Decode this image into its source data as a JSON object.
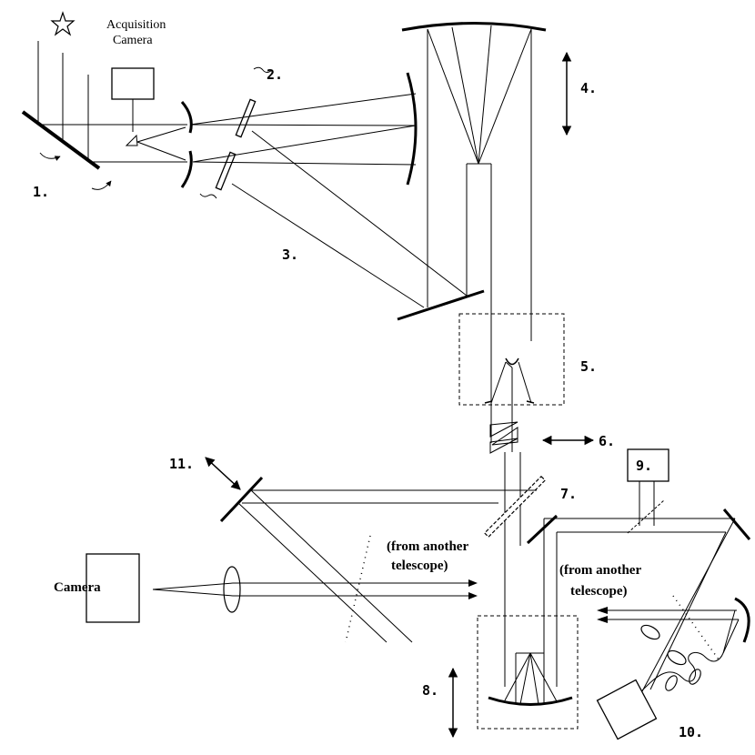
{
  "labels": {
    "acquisition_line1": "Acquisition",
    "acquisition_line2": "Camera",
    "camera": "Camera",
    "from_another_1_line1": "(from another",
    "from_another_1_line2": "telescope)",
    "from_another_2_line1": "(from another",
    "from_another_2_line2": "telescope)"
  },
  "numbers": {
    "n1": "1.",
    "n2": "2.",
    "n3": "3.",
    "n4": "4.",
    "n5": "5.",
    "n6": "6.",
    "n7": "7.",
    "n8": "8.",
    "n9": "9.",
    "n10": "10.",
    "n11": "11."
  }
}
